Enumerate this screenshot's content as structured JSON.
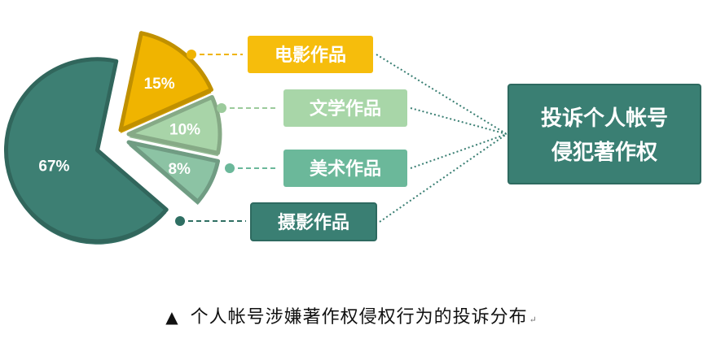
{
  "chart_data": {
    "type": "pie",
    "title": "",
    "slices": [
      {
        "label": "电影作品",
        "value": 15,
        "value_label": "15%",
        "color": "#F0B400",
        "label_box_color": "#F6BD0C",
        "label_text_color": "#ffffff",
        "connector_color": "#F0B400"
      },
      {
        "label": "文学作品",
        "value": 10,
        "value_label": "10%",
        "color": "#A8D4A8",
        "label_box_color": "#A8D6A8",
        "label_text_color": "#ffffff",
        "connector_color": "#9CCB9C"
      },
      {
        "label": "美术作品",
        "value": 8,
        "value_label": "8%",
        "color": "#8CC3A4",
        "label_box_color": "#6BB89A",
        "label_text_color": "#ffffff",
        "connector_color": "#6BB89A"
      },
      {
        "label": "摄影作品",
        "value": 67,
        "value_label": "67%",
        "color": "#3D7F73",
        "label_box_color": "#3A7F73",
        "label_text_color": "#ffffff",
        "connector_color": "#2F6F63"
      }
    ],
    "target": {
      "label_line1": "投诉个人帐号",
      "label_line2": "侵犯著作权",
      "color": "#3A7F73"
    },
    "value_label_color": "#ffffff"
  },
  "caption": {
    "marker": "▲",
    "text": "个人帐号涉嫌著作权侵权行为的投诉分布",
    "end_mark": "↵"
  }
}
